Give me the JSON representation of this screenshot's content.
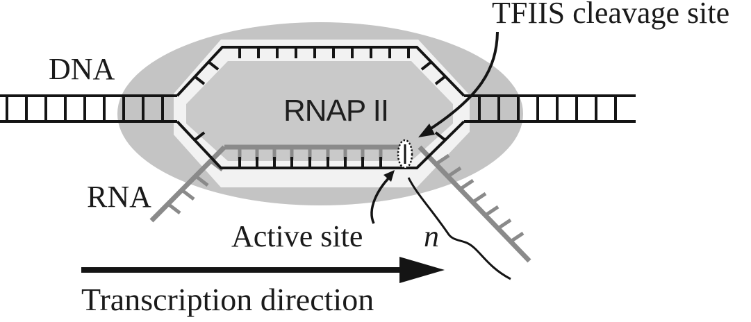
{
  "labels": {
    "dna": "DNA",
    "rna": "RNA",
    "rnap": "RNAP II",
    "tfiis": "TFIIS cleavage site",
    "active_site": "Active site",
    "n": "n",
    "direction": "Transcription direction"
  },
  "colors": {
    "strand": "#141414",
    "rna": "#8a8a8a",
    "polymerase_body": "#c4c4c4",
    "bubble_fill": "#f2f2f2",
    "bubble_inner": "#c9c9c9"
  }
}
